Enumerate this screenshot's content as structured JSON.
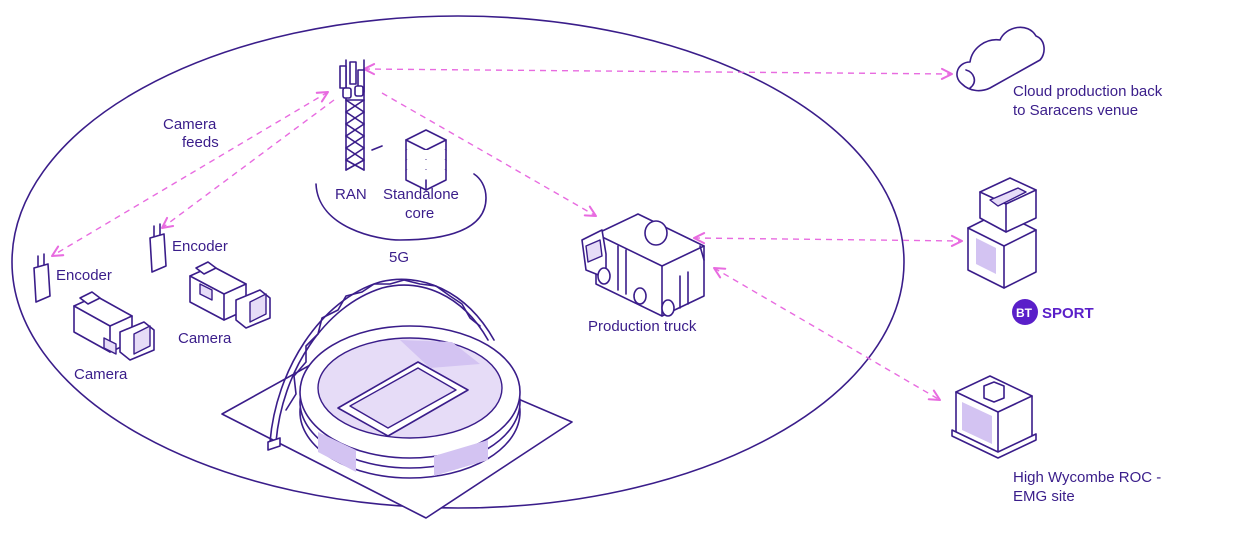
{
  "labels": {
    "camera_feeds_line1": "Camera",
    "camera_feeds_line2": "feeds",
    "ran": "RAN",
    "standalone_line1": "Standalone",
    "standalone_line2": "core",
    "five_g": "5G",
    "encoder_left": "Encoder",
    "encoder_mid": "Encoder",
    "camera_left": "Camera",
    "camera_mid": "Camera",
    "production_truck": "Production truck",
    "cloud_line1": "Cloud production back",
    "cloud_line2": "to Saracens venue",
    "bt_sport_bt": "BT",
    "bt_sport_sport": "SPORT",
    "wycombe_line1": "High Wycombe ROC -",
    "wycombe_line2": "EMG site"
  },
  "colors": {
    "outline": "#3a1d8a",
    "link_dashed": "#e86be0",
    "accent_fill": "#e6dcf7",
    "brand": "#5a1fc9"
  },
  "icons": [
    "cell-tower-icon",
    "server-stack-icon",
    "encoder-icon",
    "video-camera-icon",
    "stadium-icon",
    "production-truck-icon",
    "cloud-icon",
    "office-building-icon"
  ]
}
